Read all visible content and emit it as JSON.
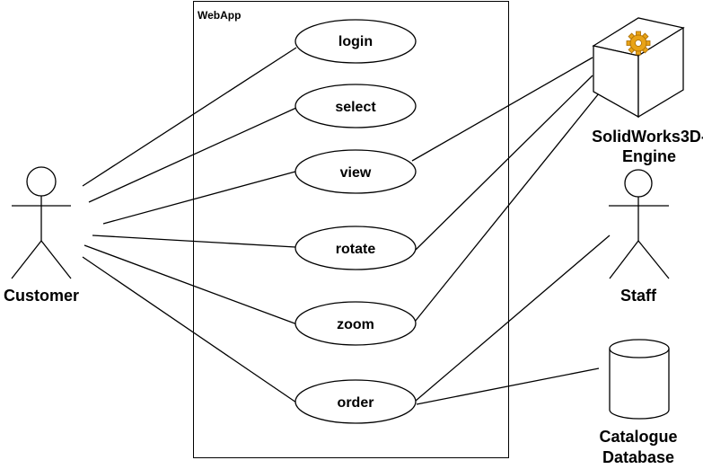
{
  "system": {
    "title": "WebApp"
  },
  "actors": {
    "customer": "Customer",
    "engine_line1": "SolidWorks3D-",
    "engine_line2": "Engine",
    "staff": "Staff",
    "db_line1": "Catalogue",
    "db_line2": "Database"
  },
  "use_cases": {
    "login": "login",
    "select": "select",
    "view": "view",
    "rotate": "rotate",
    "zoom": "zoom",
    "order": "order"
  },
  "icons": {
    "engine": "gear-icon",
    "database": "database-icon"
  }
}
